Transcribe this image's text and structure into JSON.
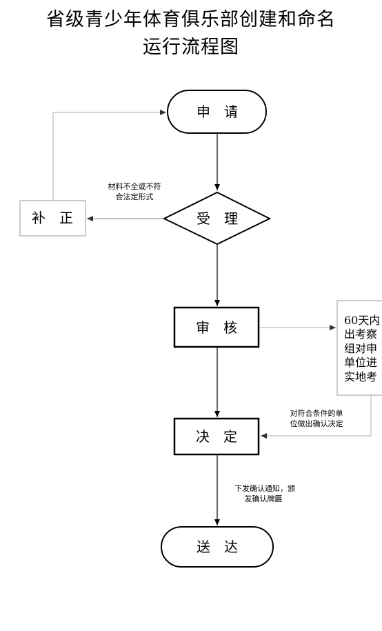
{
  "title": {
    "line1": "省级青少年体育俱乐部创建和命名",
    "line2": "运行流程图"
  },
  "nodes": {
    "apply": "申　请",
    "accept": "受　理",
    "correct": "补　正",
    "review": "审　核",
    "decide": "决　定",
    "deliver": "送　达"
  },
  "notes": {
    "incomplete": [
      "材料不全或不符",
      "合法定形式"
    ],
    "qualified": [
      "对符合条件的单",
      "位做出确认决定"
    ],
    "issue": [
      "下发确认通知，颁",
      "发确认牌匾"
    ]
  },
  "side_box": {
    "lines": [
      "60天内",
      "出考察",
      "组对申",
      "单位进",
      "实地考"
    ]
  }
}
